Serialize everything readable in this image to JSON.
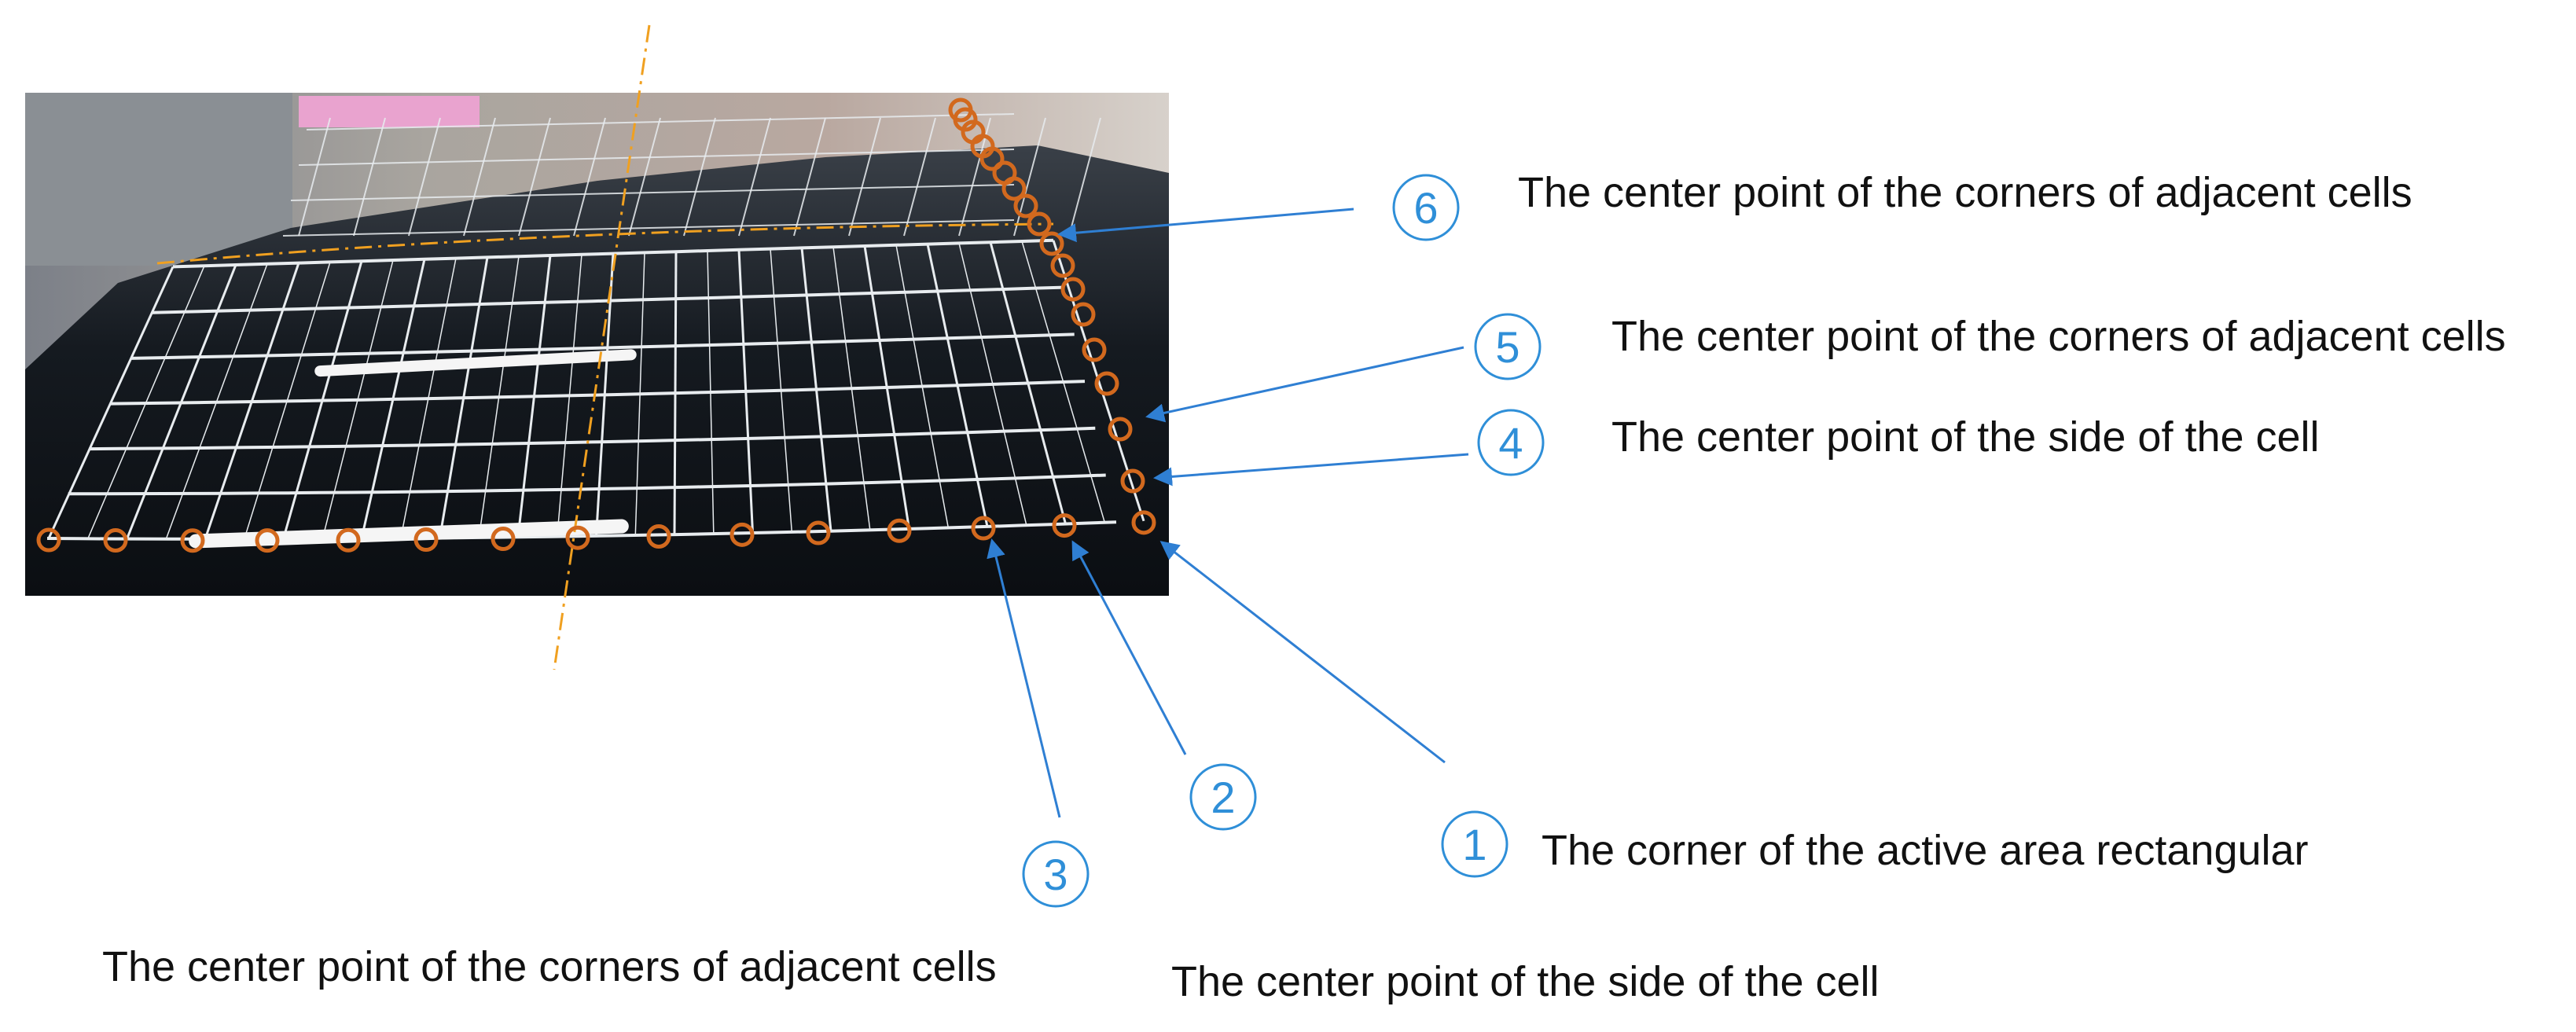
{
  "callouts": [
    {
      "num": "1",
      "glyph": "①",
      "text": "The corner of the active area rectangular"
    },
    {
      "num": "2",
      "glyph": "②",
      "text": "The center point of the side of the cell"
    },
    {
      "num": "3",
      "glyph": "③",
      "text": "The center point of the corners of adjacent cells"
    },
    {
      "num": "4",
      "glyph": "④",
      "text": "The center point of the side of the cell"
    },
    {
      "num": "5",
      "glyph": "⑤",
      "text": "The center point of the corners of adjacent cells"
    },
    {
      "num": "6",
      "glyph": "⑥",
      "text": "The center point of the corners of adjacent cells"
    }
  ],
  "colors": {
    "marker": "#d2691e",
    "arrow": "#2f7fd3",
    "number": "#2f8fd8",
    "dashed": "#f0a020",
    "panel": "#151a20",
    "grid": "#e8ecef"
  },
  "photo": {
    "description_icon": "solar-panel-photo"
  }
}
